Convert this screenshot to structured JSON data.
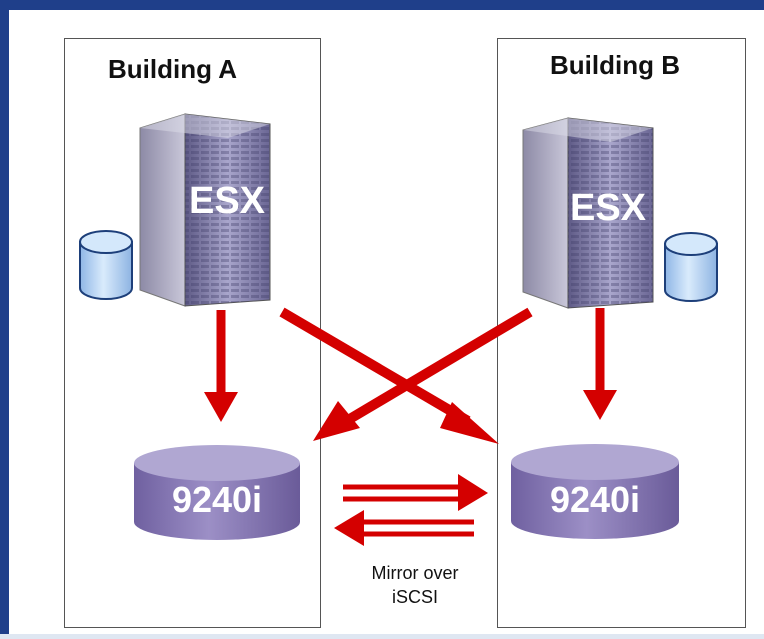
{
  "buildings": [
    {
      "title": "Building A",
      "server_label": "ESX",
      "storage_label": "9240i"
    },
    {
      "title": "Building B",
      "server_label": "ESX",
      "storage_label": "9240i"
    }
  ],
  "mirror_caption_line1": "Mirror over",
  "mirror_caption_line2": "iSCSI",
  "colors": {
    "frame": "#1f3f8a",
    "arrow": "#d40000",
    "storage": "#8a7bb2",
    "server": "#8c88b4",
    "disk": "#bcd7f5"
  }
}
